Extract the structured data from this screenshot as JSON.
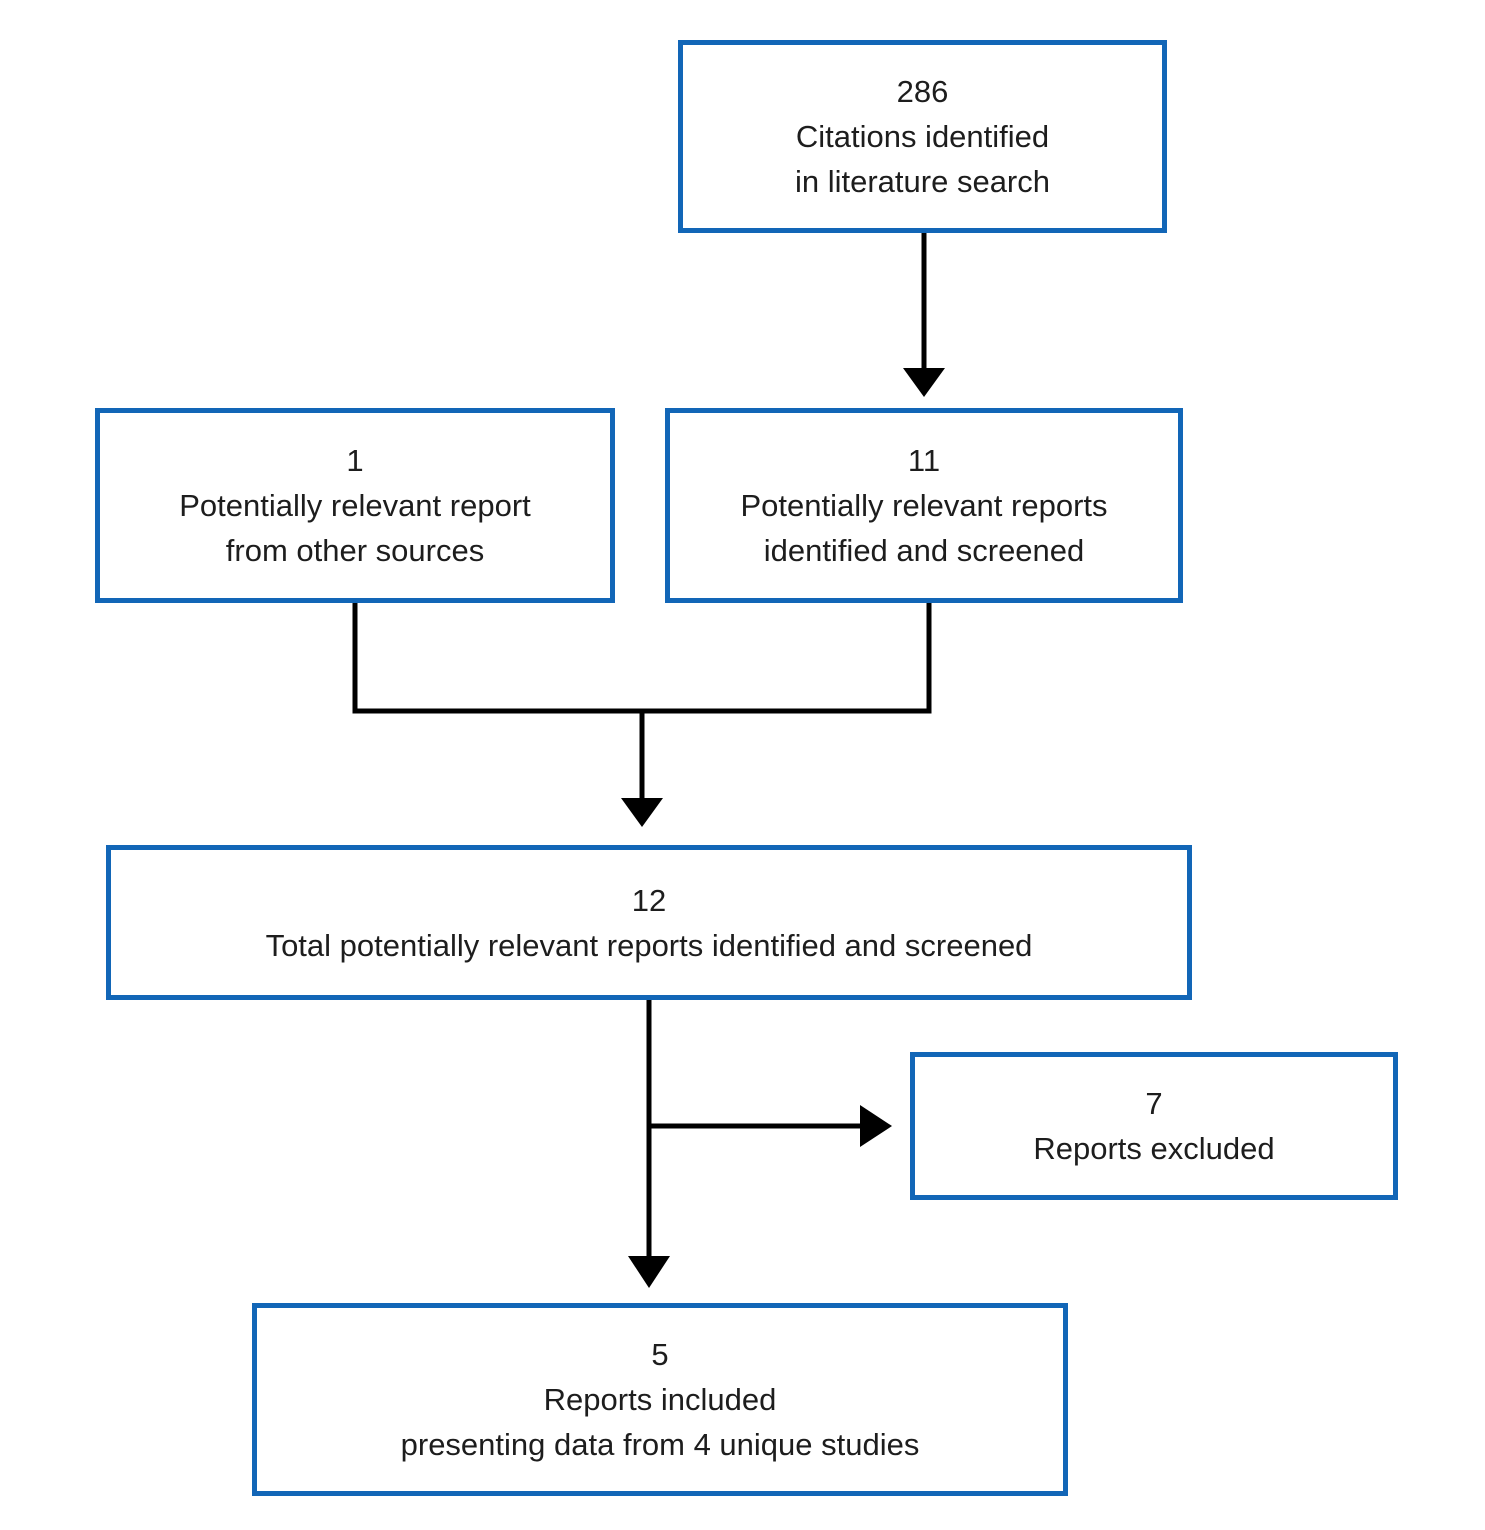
{
  "diagram": {
    "kind": "literature-screening-flowchart",
    "palette": {
      "box_border": "#1266b7",
      "connector": "#000000",
      "text": "#1d1d1d",
      "background": "#ffffff"
    }
  },
  "nodes": {
    "citations": {
      "count": "286",
      "lines": [
        "Citations identified",
        "in literature search"
      ]
    },
    "other_sources": {
      "count": "1",
      "lines": [
        "Potentially relevant report",
        "from other sources"
      ]
    },
    "screened": {
      "count": "11",
      "lines": [
        "Potentially relevant reports",
        "identified and screened"
      ]
    },
    "total": {
      "count": "12",
      "lines": [
        "Total potentially relevant reports identified and screened"
      ]
    },
    "excluded": {
      "count": "7",
      "lines": [
        "Reports excluded"
      ]
    },
    "included": {
      "count": "5",
      "lines": [
        "Reports included",
        "presenting data from 4 unique studies"
      ]
    }
  }
}
